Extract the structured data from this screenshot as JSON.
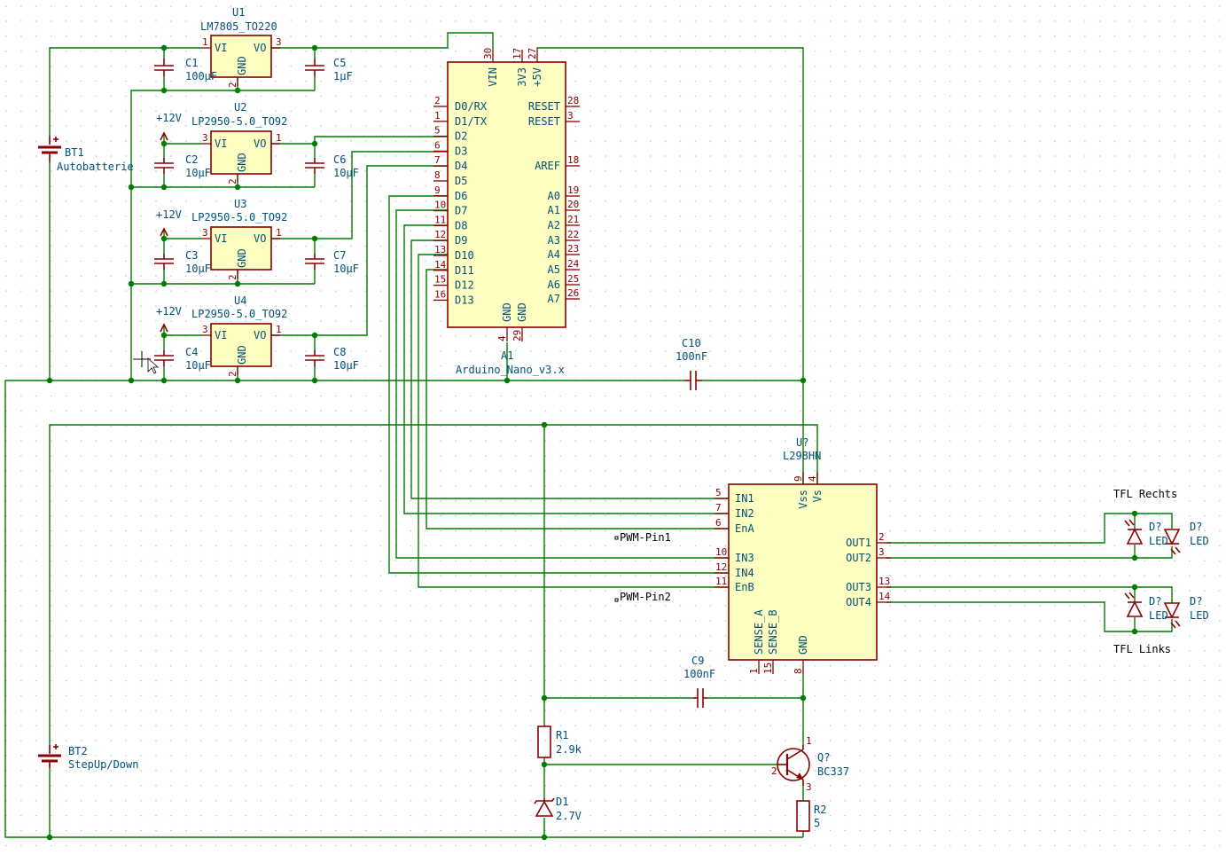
{
  "u1": {
    "ref": "U1",
    "value": "LM7805_TO220",
    "vi": "VI",
    "vo": "VO",
    "gnd": "GND",
    "p1": "1",
    "p2": "2",
    "p3": "3"
  },
  "u2": {
    "ref": "U2",
    "value": "LP2950-5.0_TO92",
    "vi": "VI",
    "vo": "VO",
    "gnd": "GND",
    "p1": "1",
    "p2": "2",
    "p3": "3"
  },
  "u3": {
    "ref": "U3",
    "value": "LP2950-5.0_TO92",
    "vi": "VI",
    "vo": "VO",
    "gnd": "GND",
    "p1": "1",
    "p2": "2",
    "p3": "3"
  },
  "u4": {
    "ref": "U4",
    "value": "LP2950-5.0_TO92",
    "vi": "VI",
    "vo": "VO",
    "gnd": "GND",
    "p1": "1",
    "p2": "2",
    "p3": "3"
  },
  "pwr12": "+12V",
  "caps": {
    "c1": {
      "ref": "C1",
      "value": "100µF"
    },
    "c5": {
      "ref": "C5",
      "value": "1µF"
    },
    "c2": {
      "ref": "C2",
      "value": "10µF"
    },
    "c6": {
      "ref": "C6",
      "value": "10µF"
    },
    "c3": {
      "ref": "C3",
      "value": "10µF"
    },
    "c7": {
      "ref": "C7",
      "value": "10µF"
    },
    "c4": {
      "ref": "C4",
      "value": "10µF"
    },
    "c8": {
      "ref": "C8",
      "value": "10µF"
    },
    "c10": {
      "ref": "C10",
      "value": "100nF"
    },
    "c9": {
      "ref": "C9",
      "value": "100nF"
    }
  },
  "bt1": {
    "ref": "BT1",
    "value": "Autobatterie"
  },
  "bt2": {
    "ref": "BT2",
    "value": "StepUp/Down"
  },
  "a1": {
    "ref": "A1",
    "value": "Arduino_Nano_v3.x",
    "top_pins": [
      {
        "num": "30",
        "label": "VIN"
      },
      {
        "num": "17",
        "label": "3V3"
      },
      {
        "num": "27",
        "label": "+5V"
      }
    ],
    "left_pins": [
      {
        "num": "2",
        "label": "D0/RX"
      },
      {
        "num": "1",
        "label": "D1/TX"
      },
      {
        "num": "5",
        "label": "D2"
      },
      {
        "num": "6",
        "label": "D3"
      },
      {
        "num": "7",
        "label": "D4"
      },
      {
        "num": "8",
        "label": "D5"
      },
      {
        "num": "9",
        "label": "D6"
      },
      {
        "num": "10",
        "label": "D7"
      },
      {
        "num": "11",
        "label": "D8"
      },
      {
        "num": "12",
        "label": "D9"
      },
      {
        "num": "13",
        "label": "D10"
      },
      {
        "num": "14",
        "label": "D11"
      },
      {
        "num": "15",
        "label": "D12"
      },
      {
        "num": "16",
        "label": "D13"
      }
    ],
    "right_pins": [
      {
        "num": "28",
        "label": "RESET"
      },
      {
        "num": "3",
        "label": "RESET"
      },
      {
        "num": "18",
        "label": "AREF"
      },
      {
        "num": "19",
        "label": "A0"
      },
      {
        "num": "20",
        "label": "A1"
      },
      {
        "num": "21",
        "label": "A2"
      },
      {
        "num": "22",
        "label": "A3"
      },
      {
        "num": "23",
        "label": "A4"
      },
      {
        "num": "24",
        "label": "A5"
      },
      {
        "num": "25",
        "label": "A6"
      },
      {
        "num": "26",
        "label": "A7"
      }
    ],
    "bottom_pins": [
      {
        "num": "4",
        "label": "GND"
      },
      {
        "num": "29",
        "label": "GND"
      }
    ]
  },
  "u5": {
    "ref": "U?",
    "value": "L298HN",
    "top_pins": [
      {
        "num": "9",
        "label": "Vss"
      },
      {
        "num": "4",
        "label": "Vs"
      }
    ],
    "left_pins": [
      {
        "num": "5",
        "label": "IN1"
      },
      {
        "num": "7",
        "label": "IN2"
      },
      {
        "num": "6",
        "label": "EnA"
      },
      {
        "num": "10",
        "label": "IN3"
      },
      {
        "num": "12",
        "label": "IN4"
      },
      {
        "num": "11",
        "label": "EnB"
      }
    ],
    "right_pins": [
      {
        "num": "2",
        "label": "OUT1"
      },
      {
        "num": "3",
        "label": "OUT2"
      },
      {
        "num": "13",
        "label": "OUT3"
      },
      {
        "num": "14",
        "label": "OUT4"
      }
    ],
    "bottom_pins": [
      {
        "num": "1",
        "label": "SENSE_A"
      },
      {
        "num": "15",
        "label": "SENSE_B"
      },
      {
        "num": "8",
        "label": "GND"
      }
    ]
  },
  "nets": {
    "pwm1": "PWM-Pin1",
    "pwm2": "PWM-Pin2",
    "tfl_right": "TFL Rechts",
    "tfl_left": "TFL Links"
  },
  "leds": {
    "ref": "D?",
    "value": "LED"
  },
  "r1": {
    "ref": "R1",
    "value": "2.9k"
  },
  "r2": {
    "ref": "R2",
    "value": "5"
  },
  "d1": {
    "ref": "D1",
    "value": "2.7V"
  },
  "q1": {
    "ref": "Q?",
    "value": "BC337",
    "p1": "1",
    "p2": "2",
    "p3": "3"
  },
  "colors": {
    "wire": "#007c00",
    "component": "#8a0000",
    "body_fill": "#ffffc2",
    "text": "#00507a",
    "grid": "#bdbdbd"
  }
}
